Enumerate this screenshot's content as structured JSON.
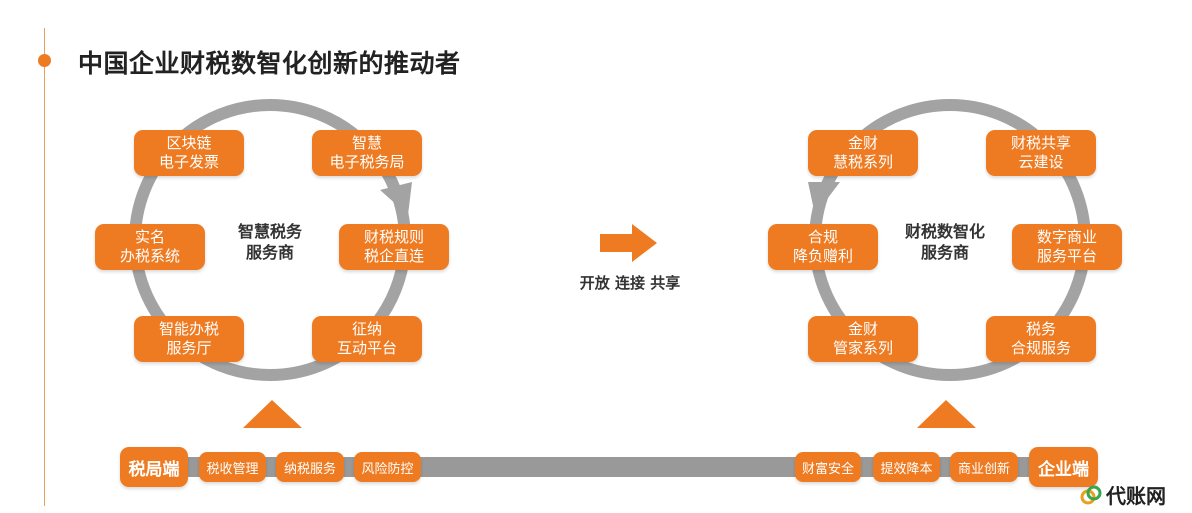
{
  "title": "中国企业财税数智化创新的推动者",
  "left_cycle": {
    "center": [
      "智慧税务",
      "服务商"
    ],
    "boxes": [
      [
        "区块链",
        "电子发票"
      ],
      [
        "智慧",
        "电子税务局"
      ],
      [
        "实名",
        "办税系统"
      ],
      [
        "财税规则",
        "税企直连"
      ],
      [
        "智能办税",
        "服务厅"
      ],
      [
        "征纳",
        "互动平台"
      ]
    ]
  },
  "right_cycle": {
    "center": [
      "财税数智化",
      "服务商"
    ],
    "boxes": [
      [
        "金财",
        "慧税系列"
      ],
      [
        "财税共享",
        "云建设"
      ],
      [
        "合规",
        "降负赠利"
      ],
      [
        "数字商业",
        "服务平台"
      ],
      [
        "金财",
        "管家系列"
      ],
      [
        "税务",
        "合规服务"
      ]
    ]
  },
  "middle_caption": "开放 连接 共享",
  "bottom": {
    "left_end": "税局端",
    "left_items": [
      "税收管理",
      "纳税服务",
      "风险防控"
    ],
    "right_items": [
      "财富安全",
      "提效降本",
      "商业创新"
    ],
    "right_end": "企业端"
  },
  "logo": "代账网",
  "colors": {
    "accent": "#ee7b22",
    "ring": "#a3a3a3"
  }
}
